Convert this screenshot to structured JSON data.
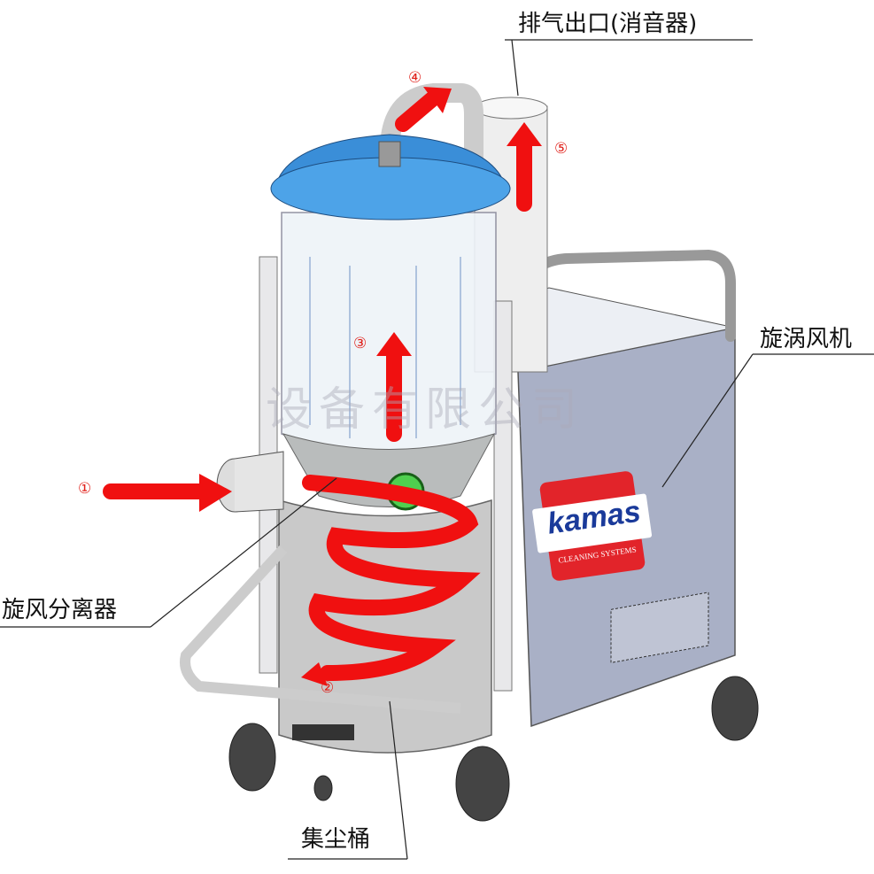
{
  "labels": {
    "exhaust_outlet": "排气出口(消音器)",
    "vortex_blower": "旋涡风机",
    "cyclone_separator": "旋风分离器",
    "dust_bucket": "集尘桶"
  },
  "flow_steps": [
    "①",
    "②",
    "③",
    "④",
    "⑤"
  ],
  "logo": {
    "brand": "kamas",
    "tagline": "CLEANING SYSTEMS"
  },
  "watermark": "设备有限公司",
  "colors": {
    "flow_arrow": "#f01010",
    "lid": "#3a8ed8",
    "cabinet": "#a9b0c6",
    "steel": "#c8c8c8"
  }
}
